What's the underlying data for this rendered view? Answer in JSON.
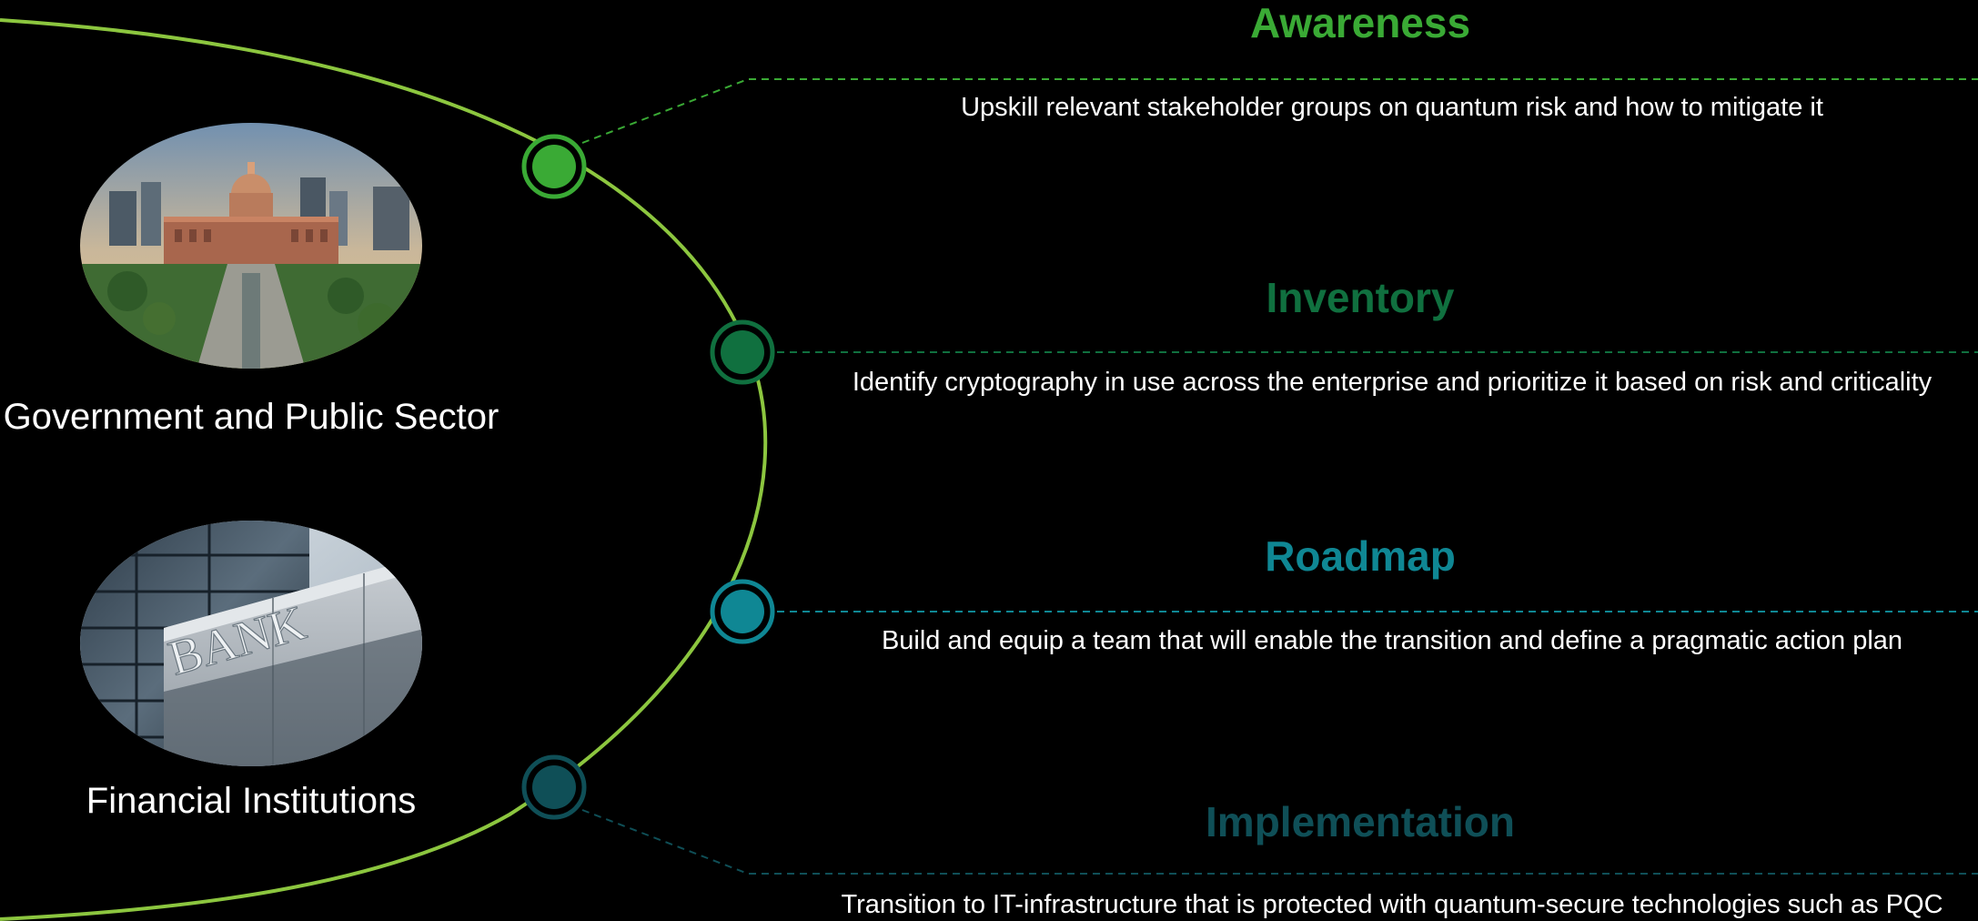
{
  "sectors": [
    {
      "label": "Government and Public Sector",
      "image_icon": "capitol-building-photo"
    },
    {
      "label": "Financial Institutions",
      "image_icon": "bank-building-photo",
      "sign_text": "BANK"
    }
  ],
  "steps": [
    {
      "title": "Awareness",
      "description": "Upskill relevant stakeholder groups on quantum risk and how to mitigate it",
      "color": "#3aaa35"
    },
    {
      "title": "Inventory",
      "description": "Identify cryptography in use across the enterprise and prioritize it based on risk and criticality",
      "color": "#10703f"
    },
    {
      "title": "Roadmap",
      "description": "Build and equip a team that will enable the transition and define a pragmatic action plan",
      "color": "#0f8794"
    },
    {
      "title": "Implementation",
      "description": "Transition to IT-infrastructure that is protected with quantum-secure technologies such as PQC",
      "color": "#0f4f57"
    }
  ],
  "colors": {
    "background": "#000000",
    "arc": "#8cc63f",
    "text": "#ffffff"
  }
}
